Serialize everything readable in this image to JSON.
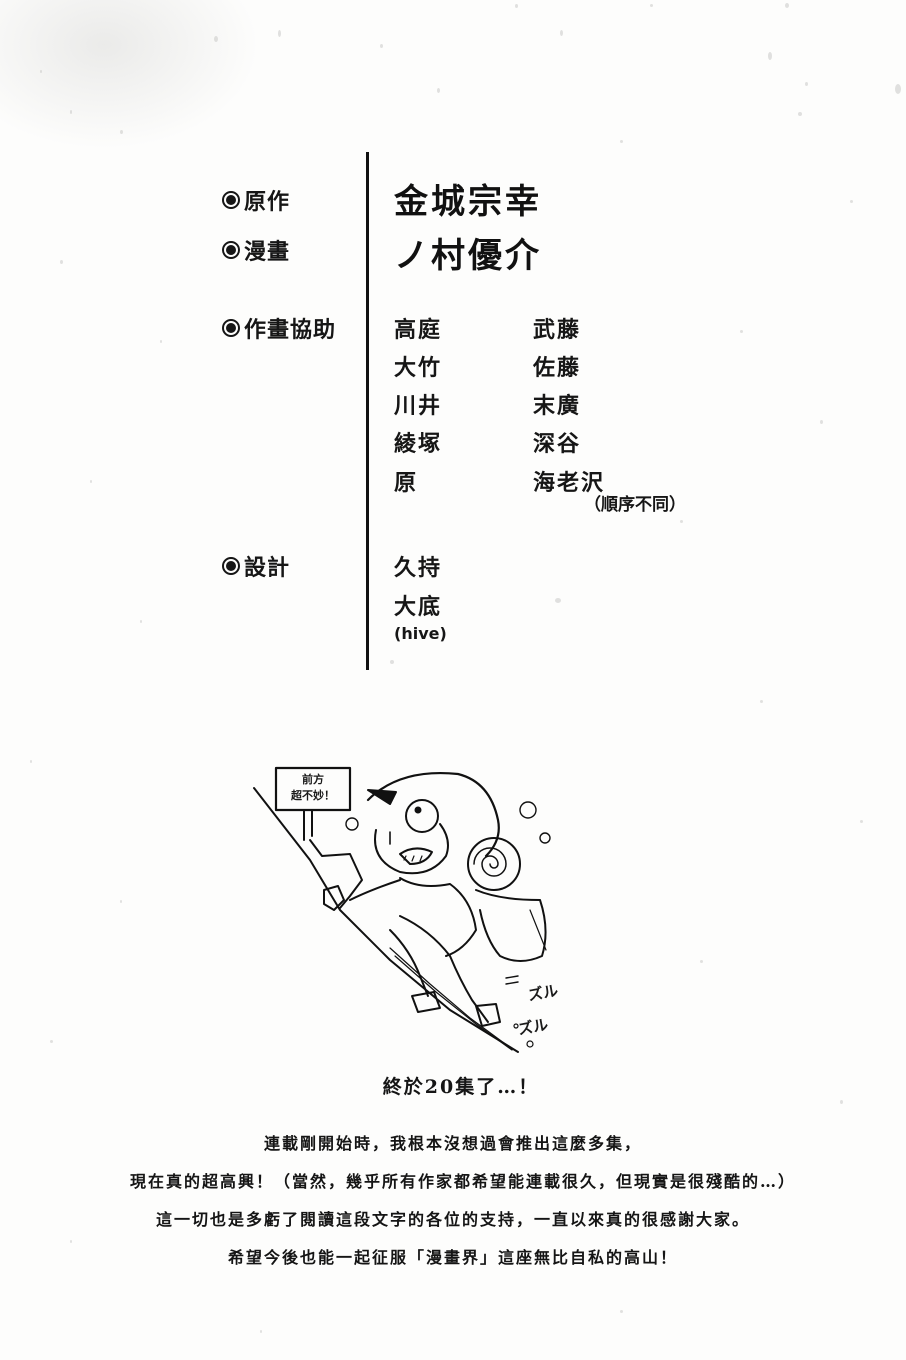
{
  "credits": {
    "original_work": {
      "label": "原作",
      "name": "金城宗幸"
    },
    "manga": {
      "label": "漫畫",
      "name": "ノ村優介"
    },
    "assistants": {
      "label": "作畫協助",
      "column_left": [
        "高庭",
        "大竹",
        "川井",
        "綾塚",
        "原"
      ],
      "column_right": [
        "武藤",
        "佐藤",
        "末廣",
        "深谷",
        "海老沢"
      ],
      "note": "（順序不同）"
    },
    "design": {
      "label": "設計",
      "names": [
        "久持",
        "大底"
      ],
      "studio": "(hive)"
    }
  },
  "illustration": {
    "sign_line1": "前方",
    "sign_line2": "超不妙！",
    "sfx_1": "ズル",
    "sfx_2": "ズル"
  },
  "afterword": {
    "title": "終於20集了…！",
    "lines": [
      "連載剛開始時，我根本沒想過會推出這麼多集，",
      "現在真的超高興！（當然，幾乎所有作家都希望能連載很久，但現實是很殘酷的…）",
      "這一切也是多虧了閱讀這段文字的各位的支持，一直以來真的很感謝大家。",
      "希望今後也能一起征服「漫畫界」這座無比自私的高山！"
    ]
  }
}
